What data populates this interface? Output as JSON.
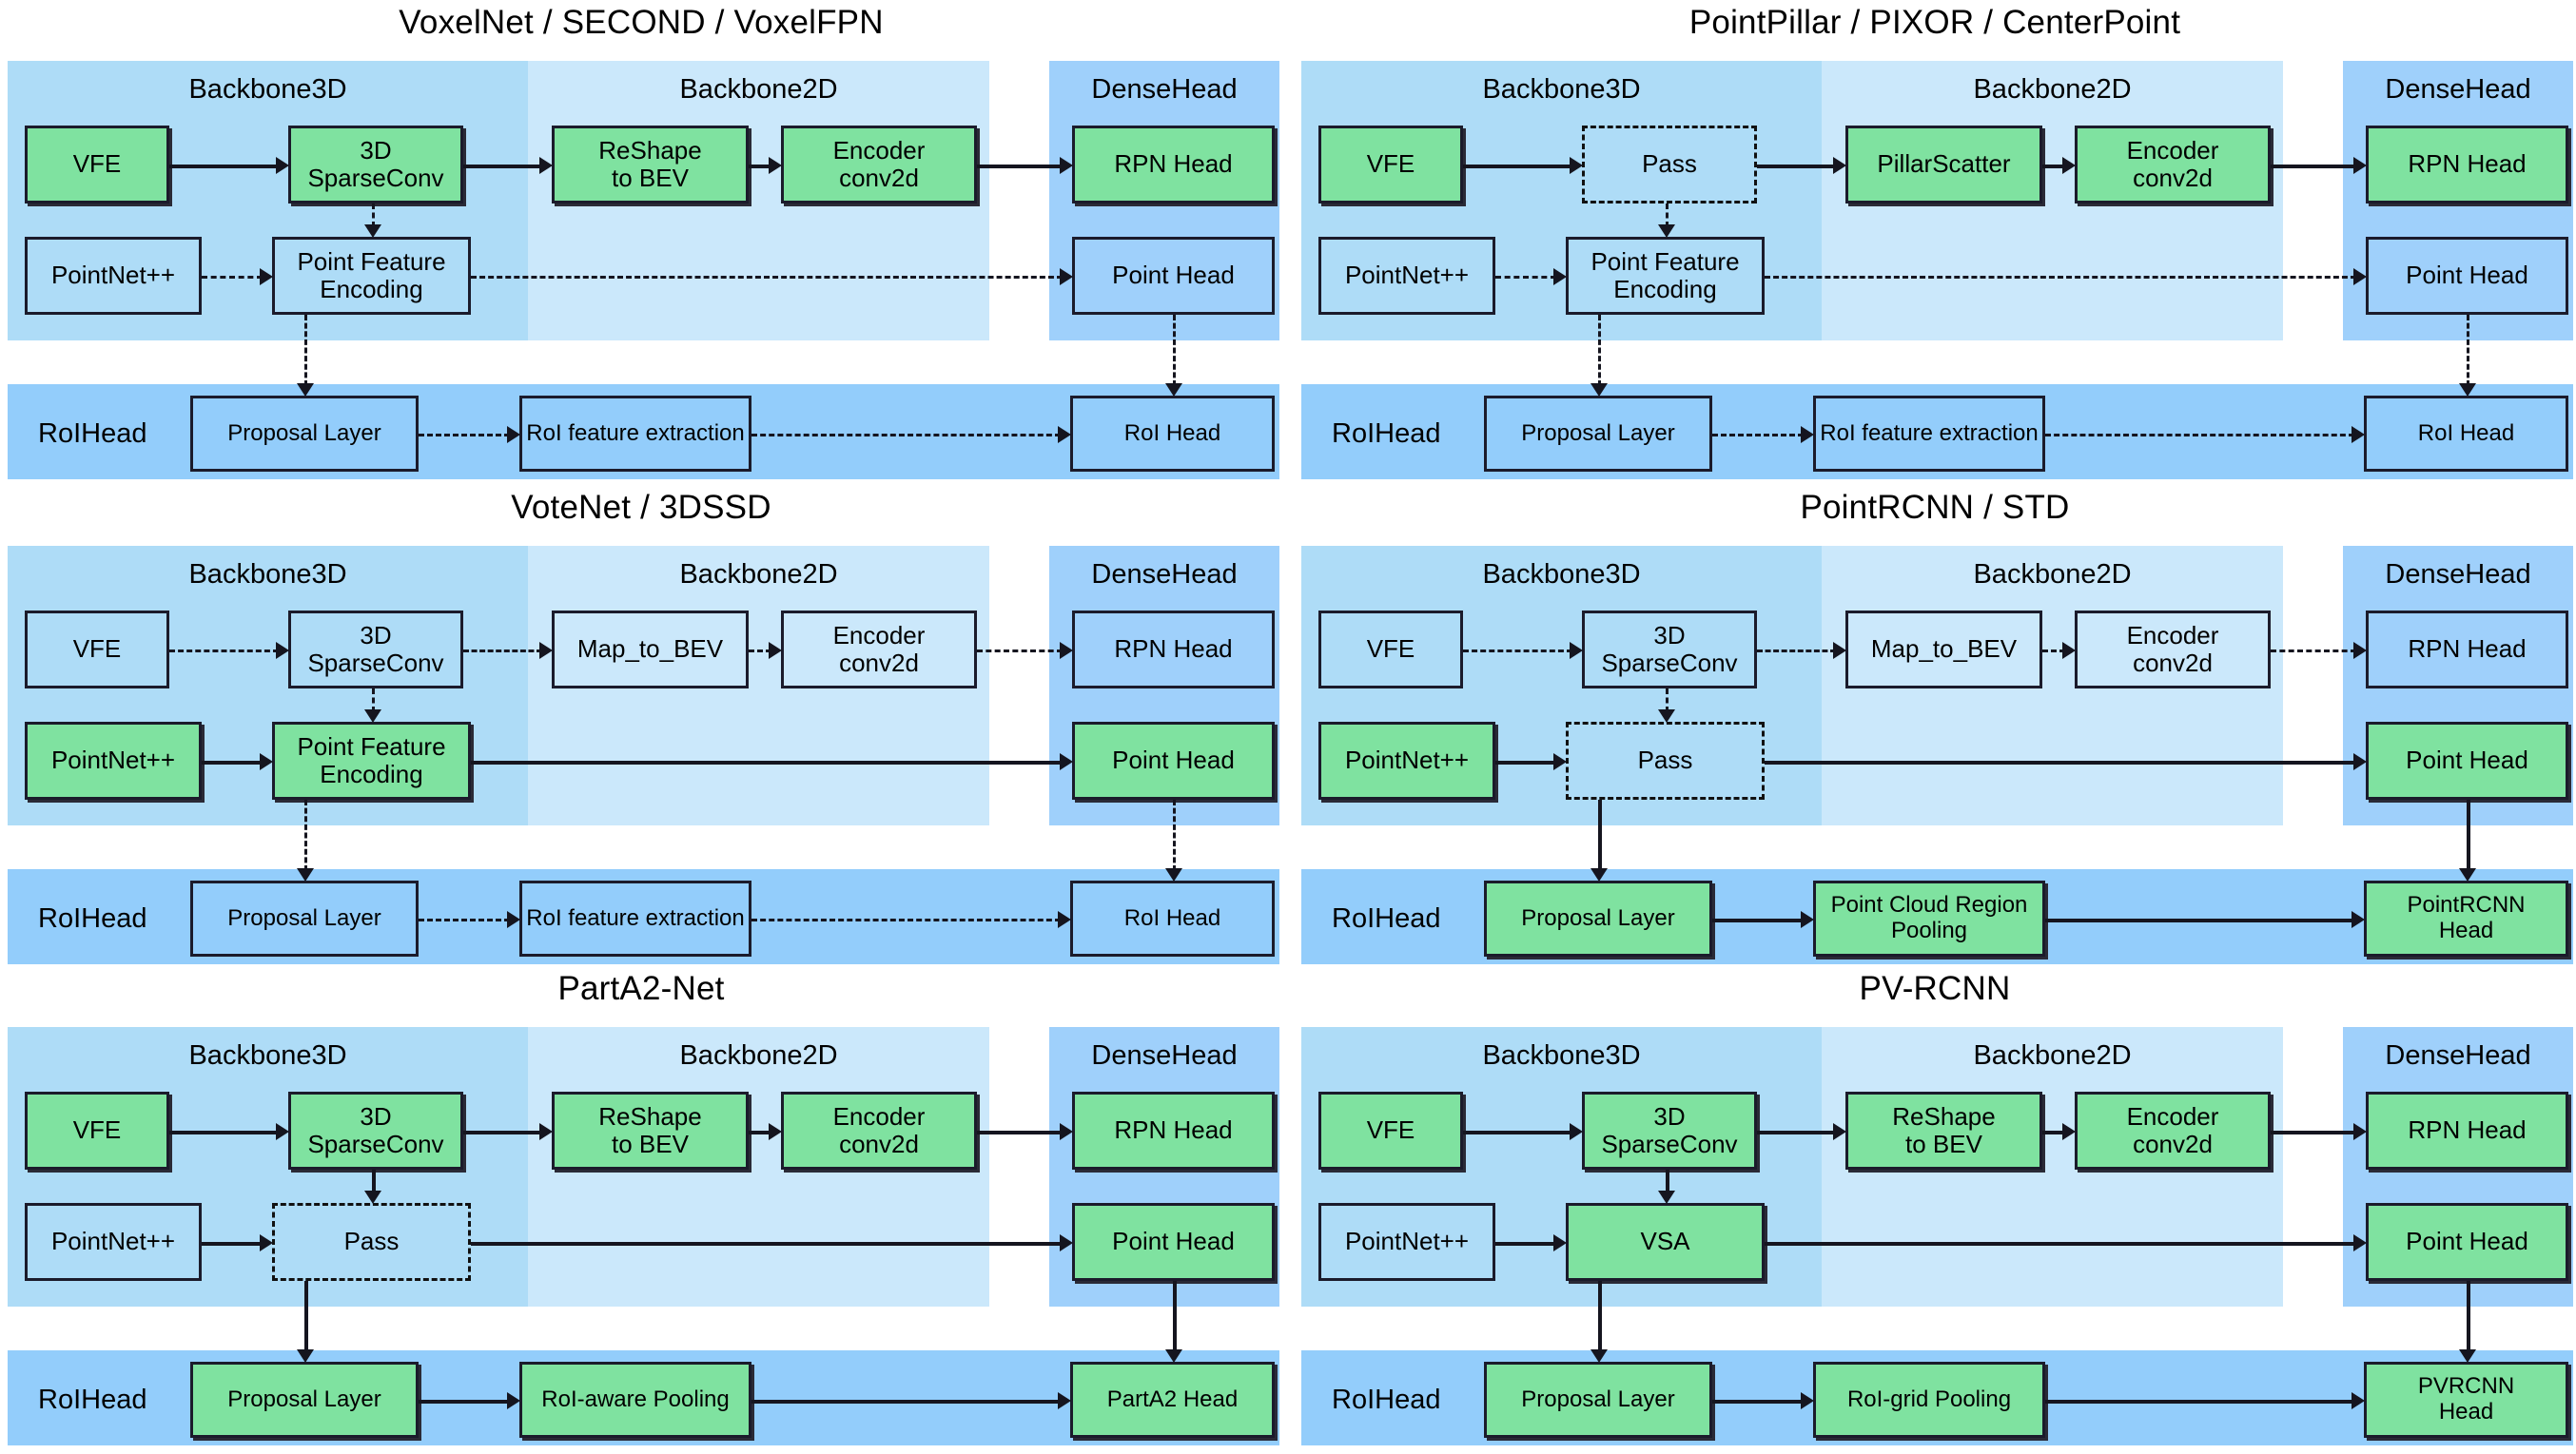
{
  "figure": {
    "kind": "framework-architecture-diagram",
    "panel_count": 6
  },
  "section_labels": {
    "backbone3d": "Backbone3D",
    "backbone2d": "Backbone2D",
    "densehead": "DenseHead",
    "roihead": "RoIHead"
  },
  "colors": {
    "backbone3d_bg": "#aedcf7",
    "backbone2d_bg": "#cbe8fb",
    "densehead_bg": "#9fd0fb",
    "roihead_bg": "#93cdfb",
    "active_node": "#7fe2a0",
    "inactive_node_outline": "#1b1b2b",
    "page_bg": "#ffffff"
  },
  "panels": [
    {
      "id": "voxelnet",
      "title": "VoxelNet / SECOND / VoxelFPN",
      "nodes": {
        "vfe": "VFE",
        "sparseconv": "3D\nSparseConv",
        "to_bev": "ReShape\nto BEV",
        "encoder": "Encoder\nconv2d",
        "rpn_head": "RPN Head",
        "pointnet": "PointNet++",
        "middle": "Point Feature\nEncoding",
        "point_head": "Point Head",
        "proposal": "Proposal Layer",
        "roi_feat": "RoI feature extraction",
        "roi_head": "RoI Head"
      }
    },
    {
      "id": "pointpillar",
      "title": "PointPillar / PIXOR / CenterPoint",
      "nodes": {
        "vfe": "VFE",
        "sparseconv": "Pass",
        "to_bev": "PillarScatter",
        "encoder": "Encoder\nconv2d",
        "rpn_head": "RPN Head",
        "pointnet": "PointNet++",
        "middle": "Point Feature\nEncoding",
        "point_head": "Point Head",
        "proposal": "Proposal Layer",
        "roi_feat": "RoI feature extraction",
        "roi_head": "RoI Head"
      }
    },
    {
      "id": "votenet",
      "title": "VoteNet / 3DSSD",
      "nodes": {
        "vfe": "VFE",
        "sparseconv": "3D\nSparseConv",
        "to_bev": "Map_to_BEV",
        "encoder": "Encoder\nconv2d",
        "rpn_head": "RPN Head",
        "pointnet": "PointNet++",
        "middle": "Point Feature\nEncoding",
        "point_head": "Point Head",
        "proposal": "Proposal Layer",
        "roi_feat": "RoI feature extraction",
        "roi_head": "RoI Head"
      }
    },
    {
      "id": "pointrcnn",
      "title": "PointRCNN / STD",
      "nodes": {
        "vfe": "VFE",
        "sparseconv": "3D\nSparseConv",
        "to_bev": "Map_to_BEV",
        "encoder": "Encoder\nconv2d",
        "rpn_head": "RPN Head",
        "pointnet": "PointNet++",
        "middle": "Pass",
        "point_head": "Point Head",
        "proposal": "Proposal Layer",
        "roi_feat": "Point Cloud Region\nPooling",
        "roi_head": "PointRCNN\nHead"
      }
    },
    {
      "id": "parta2",
      "title": "PartA2-Net",
      "nodes": {
        "vfe": "VFE",
        "sparseconv": "3D\nSparseConv",
        "to_bev": "ReShape\nto BEV",
        "encoder": "Encoder\nconv2d",
        "rpn_head": "RPN Head",
        "pointnet": "PointNet++",
        "middle": "Pass",
        "point_head": "Point Head",
        "proposal": "Proposal Layer",
        "roi_feat": "RoI-aware Pooling",
        "roi_head": "PartA2 Head"
      }
    },
    {
      "id": "pvrcnn",
      "title": "PV-RCNN",
      "nodes": {
        "vfe": "VFE",
        "sparseconv": "3D\nSparseConv",
        "to_bev": "ReShape\nto BEV",
        "encoder": "Encoder\nconv2d",
        "rpn_head": "RPN Head",
        "pointnet": "PointNet++",
        "middle": "VSA",
        "point_head": "Point Head",
        "proposal": "Proposal Layer",
        "roi_feat": "RoI-grid Pooling",
        "roi_head": "PVRCNN\nHead"
      }
    }
  ]
}
